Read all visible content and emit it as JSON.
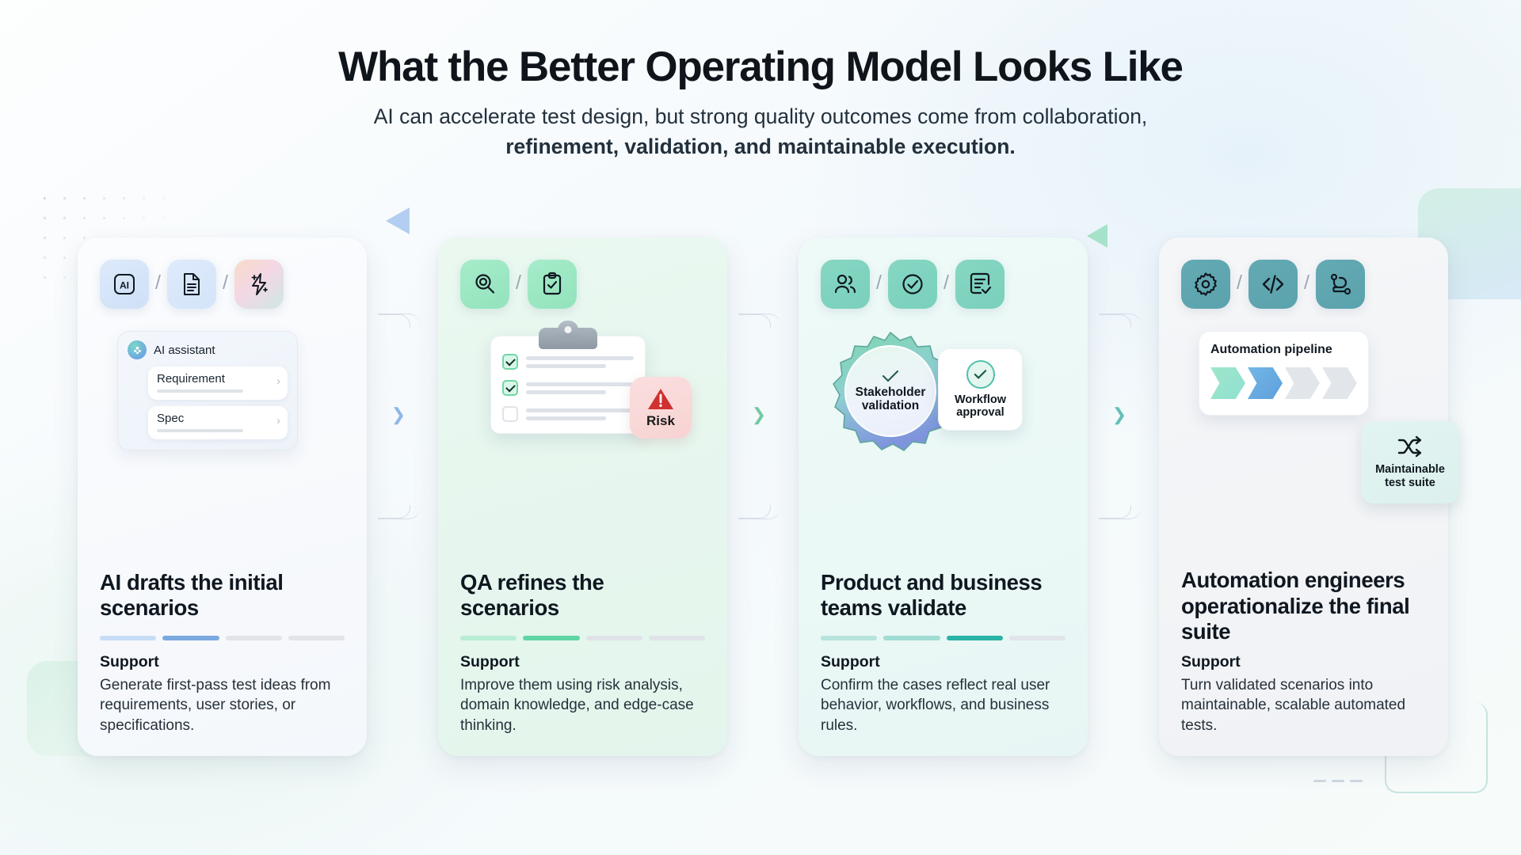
{
  "header": {
    "title": "What the Better Operating Model Looks Like",
    "subtitle_line1": "AI can accelerate test design, but strong quality outcomes come from collaboration,",
    "subtitle_line2": "refinement, validation, and maintainable execution."
  },
  "separator": "/",
  "cards": [
    {
      "id": "ai-drafts",
      "icons": [
        "ai-badge-icon",
        "document-icon",
        "sparkle-bolt-icon"
      ],
      "illustration": {
        "panel_title": "AI assistant",
        "items": [
          {
            "label": "Requirement",
            "chevron": "›"
          },
          {
            "label": "Spec",
            "chevron": "›"
          }
        ]
      },
      "title": "AI drafts the initial scenarios",
      "progress": {
        "segments": 4,
        "active_index": 1,
        "filled_color": "#a8c6ee",
        "active_color": "#7aa9e0",
        "empty_color": "#e1e5ea"
      },
      "support_label": "Support",
      "support_text": "Generate first-pass test ideas from requirements, user stories, or specifications."
    },
    {
      "id": "qa-refines",
      "icons": [
        "magnifier-icon",
        "clipboard-check-icon"
      ],
      "illustration": {
        "checklist": [
          {
            "checked": true
          },
          {
            "checked": true
          },
          {
            "checked": false
          }
        ],
        "risk_label": "Risk",
        "risk_icon": "warning-triangle-icon"
      },
      "title": "QA refines the scenarios",
      "progress": {
        "segments": 4,
        "active_index": 1,
        "filled_color": "#b9ecd5",
        "active_color": "#5fd6a3",
        "empty_color": "#dfe3e7"
      },
      "support_label": "Support",
      "support_text": "Improve them using risk analysis, domain knowledge, and edge-case thinking."
    },
    {
      "id": "product-validate",
      "icons": [
        "people-icon",
        "check-circle-icon",
        "document-check-icon"
      ],
      "illustration": {
        "rosette_label_line1": "Stakeholder",
        "rosette_label_line2": "validation",
        "rosette_icon": "check-icon",
        "workflow_label_line1": "Workflow",
        "workflow_label_line2": "approval",
        "workflow_icon": "check-circle-icon"
      },
      "title": "Product and business teams validate",
      "progress": {
        "segments": 4,
        "active_index": 2,
        "filled_color": "#a9ded5",
        "active_color": "#29b3a6",
        "empty_color": "#e1e5ea"
      },
      "support_label": "Support",
      "support_text": "Confirm the cases reflect real user behavior, workflows, and business rules."
    },
    {
      "id": "automation-engineers",
      "icons": [
        "gear-icon",
        "code-brackets-icon",
        "route-icon"
      ],
      "illustration": {
        "pipeline_title": "Automation pipeline",
        "pipeline_steps": 4,
        "suite_label_line1": "Maintainable",
        "suite_label_line2": "test suite",
        "suite_icon": "shuffle-icon"
      },
      "title": "Automation engineers operationalize the final suite",
      "progress": null,
      "support_label": "Support",
      "support_text": "Turn validated scenarios into maintainable, scalable automated tests."
    }
  ]
}
